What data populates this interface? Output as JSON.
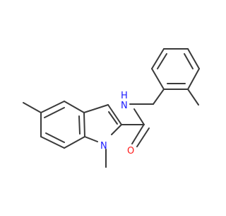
{
  "molecule": {
    "atoms": {
      "n_amide": "N",
      "h_amide": "H",
      "o_carbonyl": "O",
      "n_indole": "N"
    }
  },
  "colors": {
    "bond": "#3a3a3a",
    "nitrogen": "#1a1aff",
    "oxygen": "#ff1a1a",
    "background": "#ffffff"
  }
}
